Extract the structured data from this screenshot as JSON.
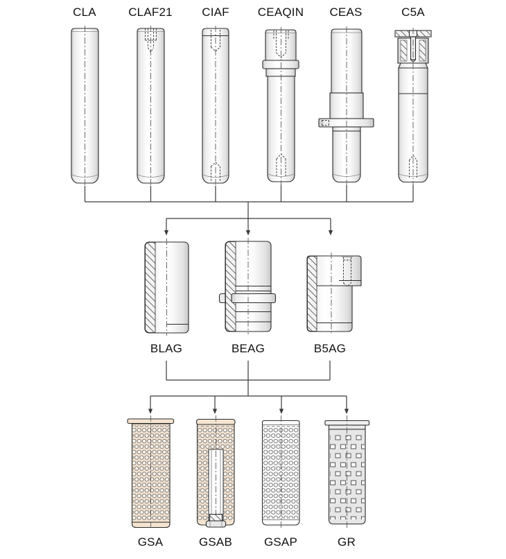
{
  "diagram": {
    "type": "product-family-tree",
    "levels": [
      {
        "name": "guide-pins",
        "items": [
          "CLA",
          "CLAF21",
          "CIAF",
          "CEAQIN",
          "CEAS",
          "C5A"
        ]
      },
      {
        "name": "guide-bushings",
        "items": [
          "BLAG",
          "BEAG",
          "B5AG"
        ]
      },
      {
        "name": "ball-cages",
        "items": [
          "GSA",
          "GSAB",
          "GSAP",
          "GR"
        ]
      }
    ]
  },
  "colors": {
    "outline": "#2b2b2b",
    "connector": "#3a3a3a",
    "metal_light": "#ffffff",
    "metal_shade": "#c8c8c8",
    "cage_tan": "#f4e4d1",
    "cage_gray": "#e6e6e6",
    "background": "#ffffff"
  }
}
